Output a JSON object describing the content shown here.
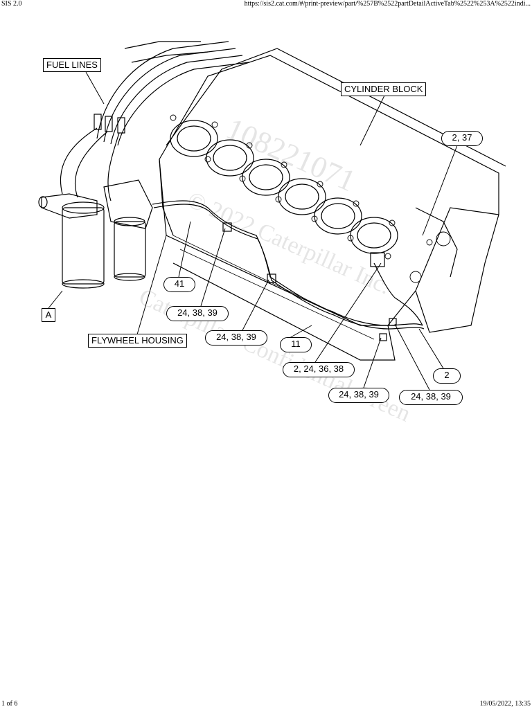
{
  "browser": {
    "page_title": "SIS 2.0",
    "url": "https://sis2.cat.com/#/print-preview/part/%257B%2522partDetailActiveTab%2522%253A%2522indi...",
    "page_number": "1 of 6",
    "timestamp": "19/05/2022, 13:35"
  },
  "diagram": {
    "box_labels": {
      "fuel_lines": "FUEL LINES",
      "cylinder_block": "CYLINDER BLOCK",
      "flywheel_housing": "FLYWHEEL HOUSING",
      "view_a": "A"
    },
    "callouts": {
      "c_2_37": "2, 37",
      "c_41": "41",
      "c_24_38_39_a": "24, 38, 39",
      "c_24_38_39_b": "24, 38, 39",
      "c_11": "11",
      "c_2_24_36_38": "2, 24, 36, 38",
      "c_2": "2",
      "c_24_38_39_c": "24, 38, 39",
      "c_24_38_39_d": "24, 38, 39"
    },
    "watermark": {
      "line1": "108221071",
      "line2": "© 2022 Caterpillar Inc.",
      "line3": "Caterpillar: Confidential Green"
    }
  },
  "colors": {
    "line": "#000000",
    "background": "#ffffff"
  }
}
